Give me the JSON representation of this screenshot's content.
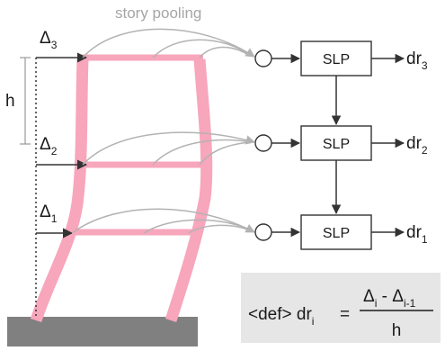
{
  "annotation": {
    "story_pooling": "story pooling",
    "height_label": "h"
  },
  "displacements": [
    {
      "symbol": "Δ",
      "subscript": "3"
    },
    {
      "symbol": "Δ",
      "subscript": "2"
    },
    {
      "symbol": "Δ",
      "subscript": "1"
    }
  ],
  "blocks": [
    {
      "label": "SLP",
      "output": "dr",
      "output_sub": "3"
    },
    {
      "label": "SLP",
      "output": "dr",
      "output_sub": "2"
    },
    {
      "label": "SLP",
      "output": "dr",
      "output_sub": "1"
    }
  ],
  "definition": {
    "prefix": "<def> dr",
    "prefix_sub": "i",
    "equals": "=",
    "num_a": "Δ",
    "num_a_sub": "i",
    "minus": " - ",
    "num_b": "Δ",
    "num_b_sub": "i-1",
    "denominator": "h"
  },
  "colors": {
    "frame": "#f7a6bc",
    "ground": "#808080",
    "arrow_gray": "#b3b3b3",
    "line_dark": "#333333",
    "def_bg": "#e6e6e6"
  }
}
